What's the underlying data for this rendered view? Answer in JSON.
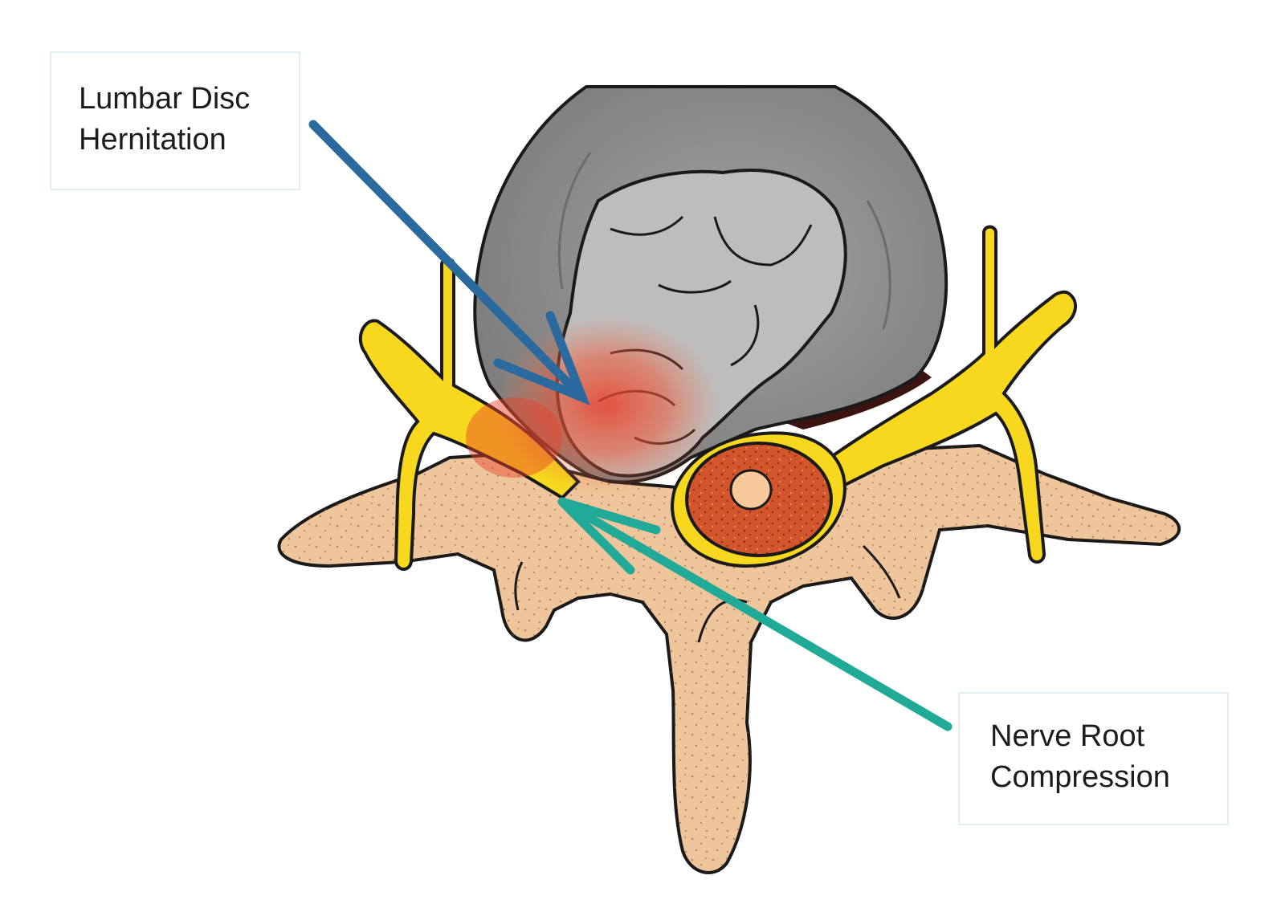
{
  "labels": {
    "disc": {
      "line1": "Lumbar Disc",
      "line2": "Hernitation"
    },
    "nerve": {
      "line1": "Nerve Root",
      "line2": "Compression"
    }
  },
  "colors": {
    "disc_arrow": "#2a6a9e",
    "nerve_arrow": "#22aa98",
    "nerve_root": "#f7d81e",
    "bone": "#efc59b",
    "disc_annulus": "#8e8e8e",
    "disc_nucleus": "#bdbdbd",
    "inflammation": "#e8402a",
    "spinal_cord": "#d2552c"
  }
}
